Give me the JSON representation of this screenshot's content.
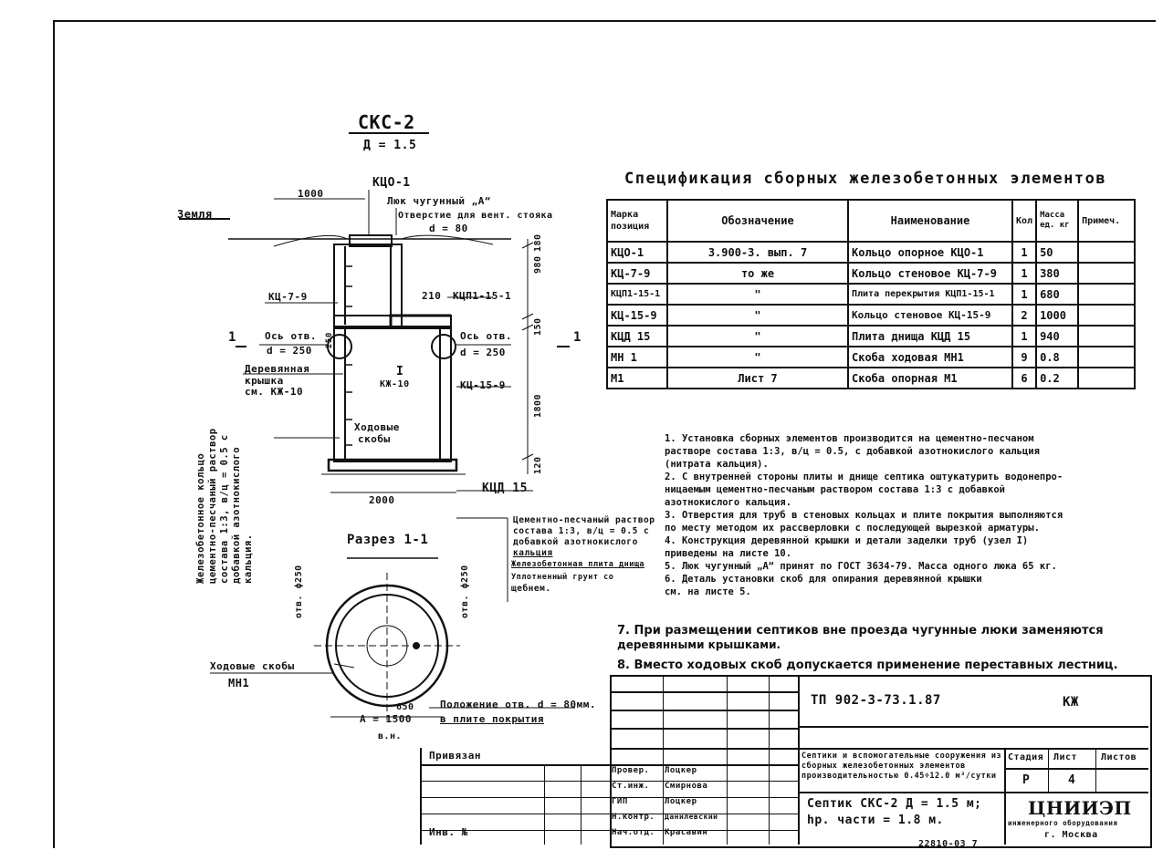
{
  "drawing": {
    "title": "СКС-2",
    "subtitle": "Д = 1.5",
    "labels": {
      "kco": "КЦО-1",
      "dim_1000": "1000",
      "lyuk": "Люк чугунный „А“",
      "otverstie": "Отверстие для вент. стояка",
      "otv_d": "d = 80",
      "zemlya": "Земля",
      "kc79": "КЦ-7-9",
      "kc159": "КЦ-15-9",
      "kp": "КЦП1-15-1",
      "dim_210": "210",
      "os_left": "Ось отв.",
      "os_left_d": "d = 250",
      "os_right": "Ось отв.",
      "os_right_d": "d = 250",
      "kryshka1": "Деревянная",
      "kryshka2": "крышка",
      "kryshka3": "см. КЖ-10",
      "uzel": "I",
      "uzel_ref": "КЖ-10",
      "skoby1": "Ходовые",
      "skoby2": "скобы",
      "kda": "КЦД 15",
      "dim_2000": "2000",
      "dim_980": "980",
      "dim_180": "180",
      "dim_150": "150",
      "dim_1800": "1800",
      "dim_120": "120",
      "dim_250": "250",
      "sec_mark": "1",
      "vertical_note": "Железобетонное кольцо цементно-песчаный раствор состава 1:3, в/ц = 0.5 с добавкой азотнокислого кальция.",
      "cement1": "Цементно-песчаный раствор",
      "cement2": "состава 1:3, в/ц = 0.5 с",
      "cement3": "добавкой азотнокислого",
      "cement4": "кальция",
      "plate": "Железобетонная плита днища",
      "grunt1": "Уплотненный грунт со",
      "grunt2": "щебнем."
    },
    "section": {
      "title": "Разрез 1-1",
      "otv_left": "отв. ф250",
      "otv_right": "отв. ф250",
      "skoby1": "Ходовые скобы",
      "skoby2": "МН1",
      "dim_a": "А = 1500",
      "dim_650": "650",
      "vn": "в.н.",
      "polozh1": "Положение отв. d = 80мм.",
      "polozh2": "в плите покрытия"
    }
  },
  "spec": {
    "title": "Спецификация сборных железобетонных элементов",
    "headers": [
      "Марка позиция",
      "Обозначение",
      "Наименование",
      "Кол",
      "Масса ед. кг",
      "Примеч."
    ],
    "rows": [
      [
        "КЦО-1",
        "3.900-3.    вып. 7",
        "Кольцо опорное КЦО-1",
        "1",
        "50",
        ""
      ],
      [
        "КЦ-7-9",
        "то же",
        "Кольцо стеновое КЦ-7-9",
        "1",
        "380",
        ""
      ],
      [
        "КЦП1-15-1",
        "\"",
        "Плита перекрытия КЦП1-15-1",
        "1",
        "680",
        ""
      ],
      [
        "КЦ-15-9",
        "\"",
        "Кольцо стеновое КЦ-15-9",
        "2",
        "1000",
        ""
      ],
      [
        "КЦД 15",
        "\"",
        "Плита днища КЦД 15",
        "1",
        "940",
        ""
      ],
      [
        "МН 1",
        "\"",
        "Скоба ходовая МН1",
        "9",
        "0.8",
        ""
      ],
      [
        "М1",
        "Лист 7",
        "Скоба опорная М1",
        "6",
        "0.2",
        ""
      ]
    ]
  },
  "notes": [
    "1. Установка сборных элементов производится на цементно-песчаном",
    "   растворе состава 1:3, в/ц = 0.5, с добавкой азотнокислого кальция",
    "   (нитрата кальция).",
    "2. С внутренней стороны плиты и днище септика оштукатурить водонепро-",
    "   ницаемым цементно-песчаным раствором состава 1:3 с добавкой",
    "   азотнокислого кальция.",
    "3. Отверстия для труб в стеновых кольцах и плите покрытия выполняются",
    "   по месту методом их рассверловки с последующей вырезкой арматуры.",
    "4. Конструкция деревянной крышки и детали заделки труб (узел I)",
    "   приведены на листе    10.",
    "5. Люк чугунный „А“ принят по ГОСТ 3634-79. Масса одного люка 65 кг.",
    "6. Деталь установки скоб для опирания деревянной крышки",
    "   см. на листе  5."
  ],
  "note7a": "7. При размещении септиков вне проезда чугунные люки заменяются",
  "note7b": "   деревянными крышками.",
  "note8": "8. Вместо ходовых скоб допускается применение переставных лестниц.",
  "titleblock": {
    "code": "ТП 902-3-73.1.87",
    "mark": "КЖ",
    "privyazan": "Привязан",
    "inv": "Инв. №",
    "roles": [
      "Провер.",
      "Ст.инж.",
      "ГИП",
      "Н.контр.",
      "Нач.отд."
    ],
    "names": [
      "Лоцкер",
      "Смирнова",
      "Лоцкер",
      "Данилевский",
      "Красавин"
    ],
    "desc": "Септики и вспомогательные сооружения из сборных железобетонных элементов производительностью 0.45÷12.0 м³/сутки",
    "stage_h": "Стадия",
    "sheet_h": "Лист",
    "sheets_h": "Листов",
    "stage": "Р",
    "sheet": "4",
    "object1": "Септик СКС-2   Д = 1.5 м;",
    "object2": "hр. части = 1.8 м.",
    "org": "ЦНИИЭП",
    "org2": "инженерного оборудования",
    "city": "г. Москва",
    "bottom_code": "22810-03  7"
  }
}
